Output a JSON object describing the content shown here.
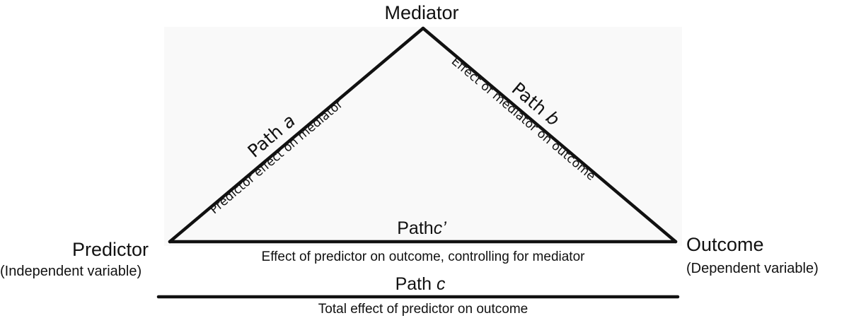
{
  "nodes": {
    "mediator": {
      "label": "Mediator"
    },
    "predictor": {
      "label": "Predictor",
      "sublabel": "(Independent variable)"
    },
    "outcome": {
      "label": "Outcome",
      "sublabel": "(Dependent variable)"
    }
  },
  "paths": {
    "a": {
      "prefix": "Path ",
      "letter": "a",
      "description": "Predictor effect on mediator"
    },
    "b": {
      "prefix": "Path ",
      "letter": "b",
      "description": "Effect of mediator on outcome"
    },
    "c_prime": {
      "prefix": "Path",
      "letter": "c’",
      "description": "Effect of predictor on outcome, controlling for mediator"
    },
    "c": {
      "prefix": "Path ",
      "letter": "c",
      "description": "Total effect of predictor on outcome"
    }
  },
  "colors": {
    "line": "#111111",
    "panel": "#f9f9f9",
    "text": "#111111"
  }
}
